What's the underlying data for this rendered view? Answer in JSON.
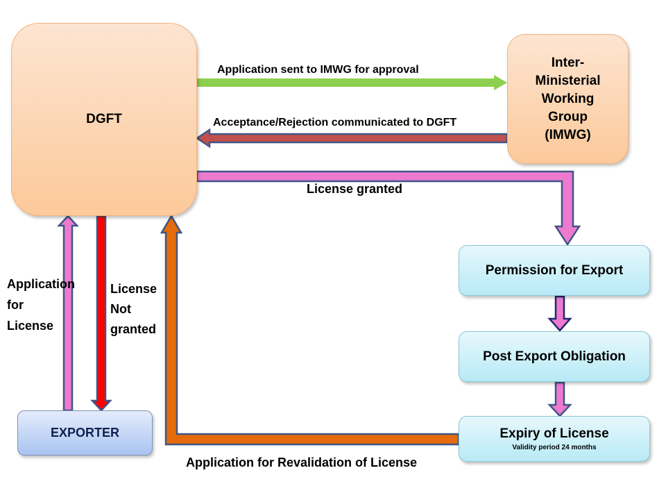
{
  "nodes": {
    "dgft": {
      "label": "DGFT"
    },
    "imwg": {
      "lines": [
        "Inter-",
        "Ministerial",
        "Working",
        "Group",
        "(IMWG)"
      ]
    },
    "permission": {
      "label": "Permission for Export"
    },
    "obligation": {
      "label": "Post Export Obligation"
    },
    "expiry": {
      "label": "Expiry of License",
      "sublabel": "Validity period 24 months"
    },
    "exporter": {
      "label": "EXPORTER"
    }
  },
  "edges": {
    "app_to_imwg": {
      "label": "Application sent to IMWG for approval",
      "color": "#8dcf4f"
    },
    "acceptance": {
      "label": "Acceptance/Rejection  communicated to DGFT",
      "color": "#c0504d"
    },
    "license_granted": {
      "label": "License granted",
      "color": "#ee7ad0"
    },
    "application_for_license": {
      "lines": [
        "Application",
        "for",
        "License"
      ],
      "color": "#ee7ad0"
    },
    "license_not_granted": {
      "lines": [
        "License",
        "Not",
        "granted"
      ],
      "color": "#ff0000"
    },
    "revalidation": {
      "label": "Application for Revalidation of License",
      "color": "#e46c0a"
    },
    "permission_to_obligation": {
      "color": "#ee7ad0"
    },
    "obligation_to_expiry": {
      "color": "#ee7ad0"
    }
  },
  "outline_color": "#3f5686"
}
